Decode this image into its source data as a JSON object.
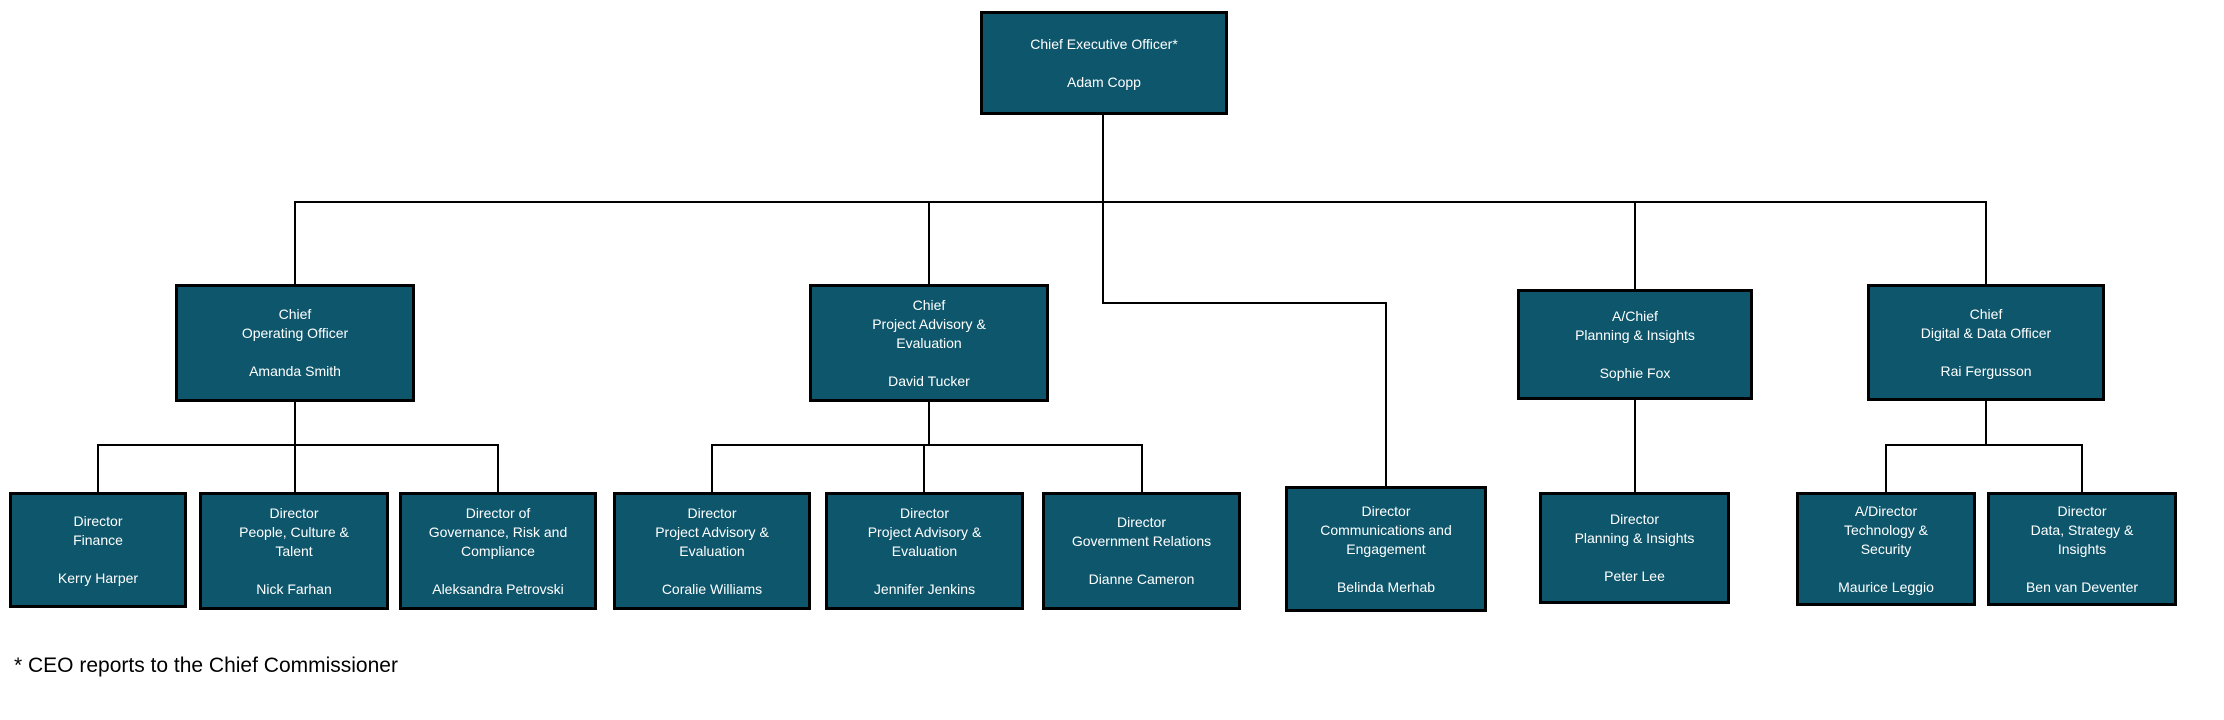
{
  "org_chart": {
    "type": "org-chart",
    "colors": {
      "box_fill": "#0d566c",
      "box_border": "#000000",
      "box_text": "#ffffff",
      "connector_line": "#000000",
      "background": "#ffffff"
    },
    "footnote": "* CEO reports to the Chief Commissioner",
    "nodes": [
      {
        "id": "ceo",
        "role_lines": [
          "Chief Executive Officer*"
        ],
        "name": "Adam Copp",
        "reports_to": null
      },
      {
        "id": "coo",
        "role_lines": [
          "Chief",
          "Operating Officer"
        ],
        "name": "Amanda Smith",
        "reports_to": "ceo"
      },
      {
        "id": "chief-pae",
        "role_lines": [
          "Chief",
          "Project Advisory &",
          "Evaluation"
        ],
        "name": "David Tucker",
        "reports_to": "ceo"
      },
      {
        "id": "achief-pi",
        "role_lines": [
          "A/Chief",
          "Planning & Insights"
        ],
        "name": "Sophie Fox",
        "reports_to": "ceo"
      },
      {
        "id": "cddo",
        "role_lines": [
          "Chief",
          "Digital & Data Officer"
        ],
        "name": "Rai Fergusson",
        "reports_to": "ceo"
      },
      {
        "id": "dir-finance",
        "role_lines": [
          "Director",
          "Finance"
        ],
        "name": "Kerry Harper",
        "reports_to": "coo"
      },
      {
        "id": "dir-pct",
        "role_lines": [
          "Director",
          "People, Culture &",
          "Talent"
        ],
        "name": "Nick Farhan",
        "reports_to": "coo"
      },
      {
        "id": "dir-grc",
        "role_lines": [
          "Director of",
          "Governance, Risk and",
          "Compliance"
        ],
        "name": "Aleksandra Petrovski",
        "reports_to": "coo"
      },
      {
        "id": "dir-pae-1",
        "role_lines": [
          "Director",
          "Project Advisory &",
          "Evaluation"
        ],
        "name": "Coralie Williams",
        "reports_to": "chief-pae"
      },
      {
        "id": "dir-pae-2",
        "role_lines": [
          "Director",
          "Project Advisory &",
          "Evaluation"
        ],
        "name": "Jennifer Jenkins",
        "reports_to": "chief-pae"
      },
      {
        "id": "dir-govrel",
        "role_lines": [
          "Director",
          "Government Relations"
        ],
        "name": "Dianne Cameron",
        "reports_to": "chief-pae"
      },
      {
        "id": "dir-comms",
        "role_lines": [
          "Director",
          "Communications and",
          "Engagement"
        ],
        "name": "Belinda Merhab",
        "reports_to": "ceo"
      },
      {
        "id": "dir-pi",
        "role_lines": [
          "Director",
          "Planning & Insights"
        ],
        "name": "Peter Lee",
        "reports_to": "achief-pi"
      },
      {
        "id": "adir-tech",
        "role_lines": [
          "A/Director",
          "Technology &",
          "Security"
        ],
        "name": "Maurice Leggio",
        "reports_to": "cddo"
      },
      {
        "id": "dir-dsi",
        "role_lines": [
          "Director",
          "Data, Strategy &",
          "Insights"
        ],
        "name": "Ben van Deventer",
        "reports_to": "cddo"
      }
    ]
  }
}
